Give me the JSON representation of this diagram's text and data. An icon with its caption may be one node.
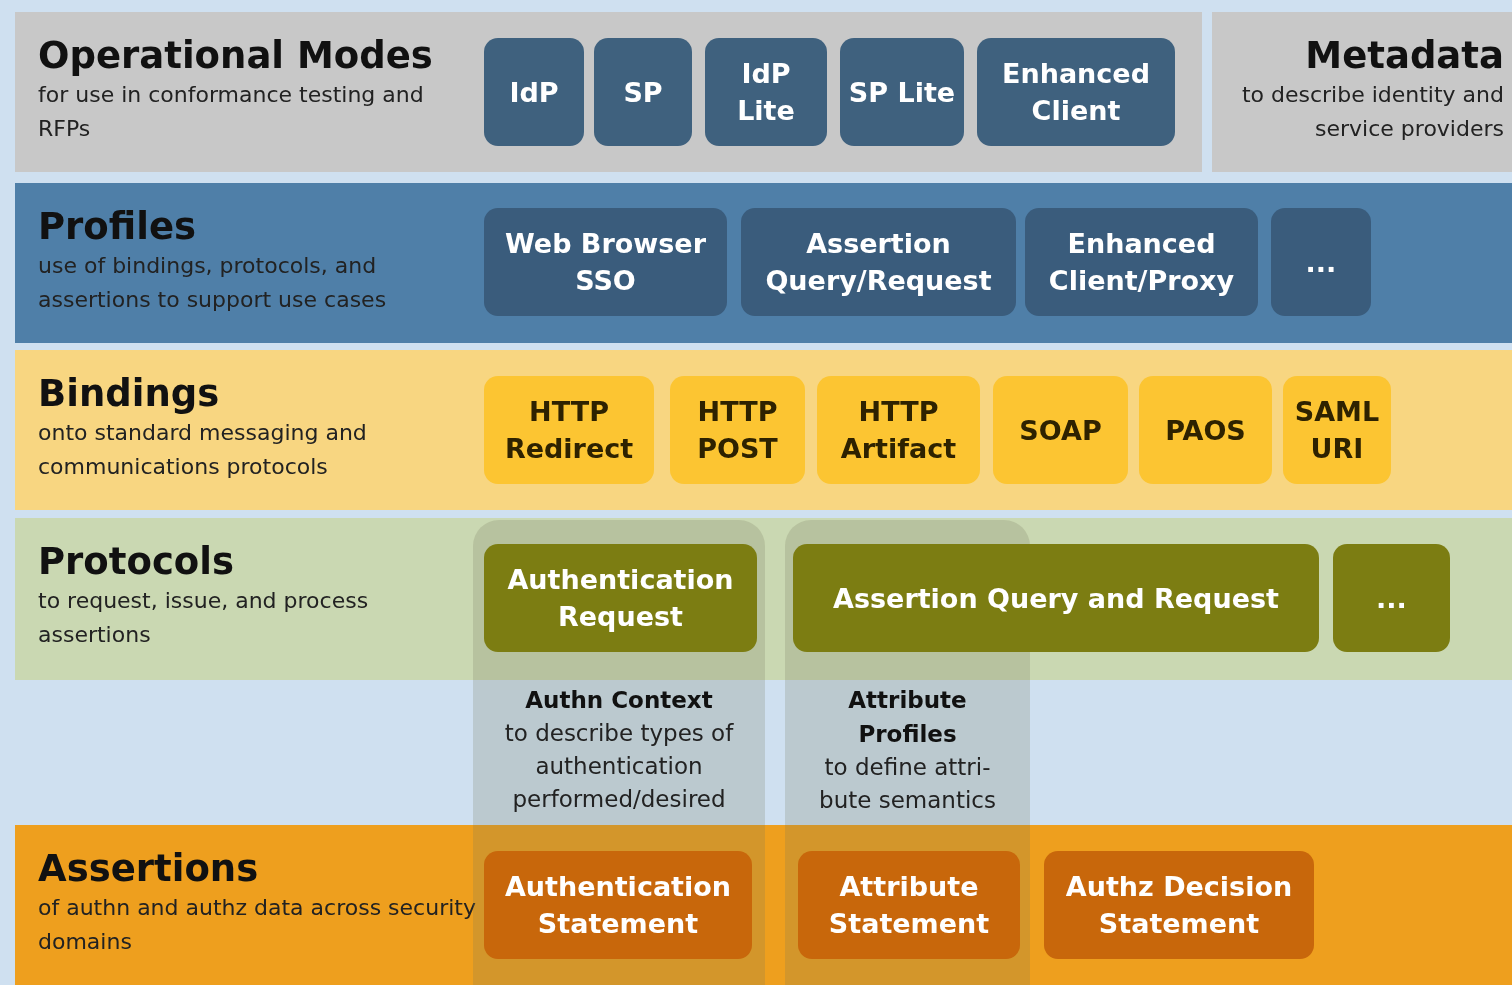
{
  "diagram": {
    "nodes": [
      {
        "text": [
          "Operational Modes",
          "for use in conformance testing and RFPs"
        ]
      },
      {
        "text": [
          "IdP"
        ],
        "in": 0
      },
      {
        "text": [
          "SP"
        ],
        "in": 0
      },
      {
        "text": [
          "IdP Lite"
        ],
        "in": 0
      },
      {
        "text": [
          "SP Lite"
        ],
        "in": 0
      },
      {
        "text": [
          "Enhanced Client"
        ],
        "in": 0
      },
      {
        "text": [
          "Metadata",
          "to describe identity and service providers"
        ]
      },
      {
        "text": [
          "Profiles",
          "use of bindings, protocols, and assertions to support use cases"
        ]
      },
      {
        "text": [
          "Web Browser SSO"
        ],
        "in": 7
      },
      {
        "text": [
          "Assertion Query/Request"
        ],
        "in": 7
      },
      {
        "text": [
          "Enhanced Client/Proxy"
        ],
        "in": 7
      },
      {
        "text": [
          "..."
        ],
        "in": 7
      },
      {
        "text": [
          "Bindings",
          "onto standard messaging and communications protocols"
        ]
      },
      {
        "text": [
          "HTTP Redirect"
        ],
        "in": 12
      },
      {
        "text": [
          "HTTP POST"
        ],
        "in": 12
      },
      {
        "text": [
          "HTTP Artifact"
        ],
        "in": 12
      },
      {
        "text": [
          "SOAP"
        ],
        "in": 12
      },
      {
        "text": [
          "PAOS"
        ],
        "in": 12
      },
      {
        "text": [
          "SAML URI"
        ],
        "in": 12
      },
      {
        "text": [
          "Protocols",
          "to request, issue, and process assertions"
        ]
      },
      {
        "text": [
          "Authentication Request"
        ]
      },
      {
        "text": [
          "Assertion Query and Request"
        ],
        "in": 19
      },
      {
        "text": [
          "..."
        ],
        "in": 19
      },
      {
        "text": [
          "Authn Context",
          "to describe types of authentication performed/desired"
        ]
      },
      {
        "text": [
          "Attribute Profiles",
          "to define attri- bute semantics"
        ]
      },
      {
        "text": [
          "Assertions",
          "of authn and authz data across security domains"
        ]
      },
      {
        "text": [
          "Authentication Statement"
        ]
      },
      {
        "text": [
          "Attribute Statement"
        ]
      },
      {
        "text": [
          "Authz Decision Statement"
        ],
        "in": 25
      }
    ]
  }
}
